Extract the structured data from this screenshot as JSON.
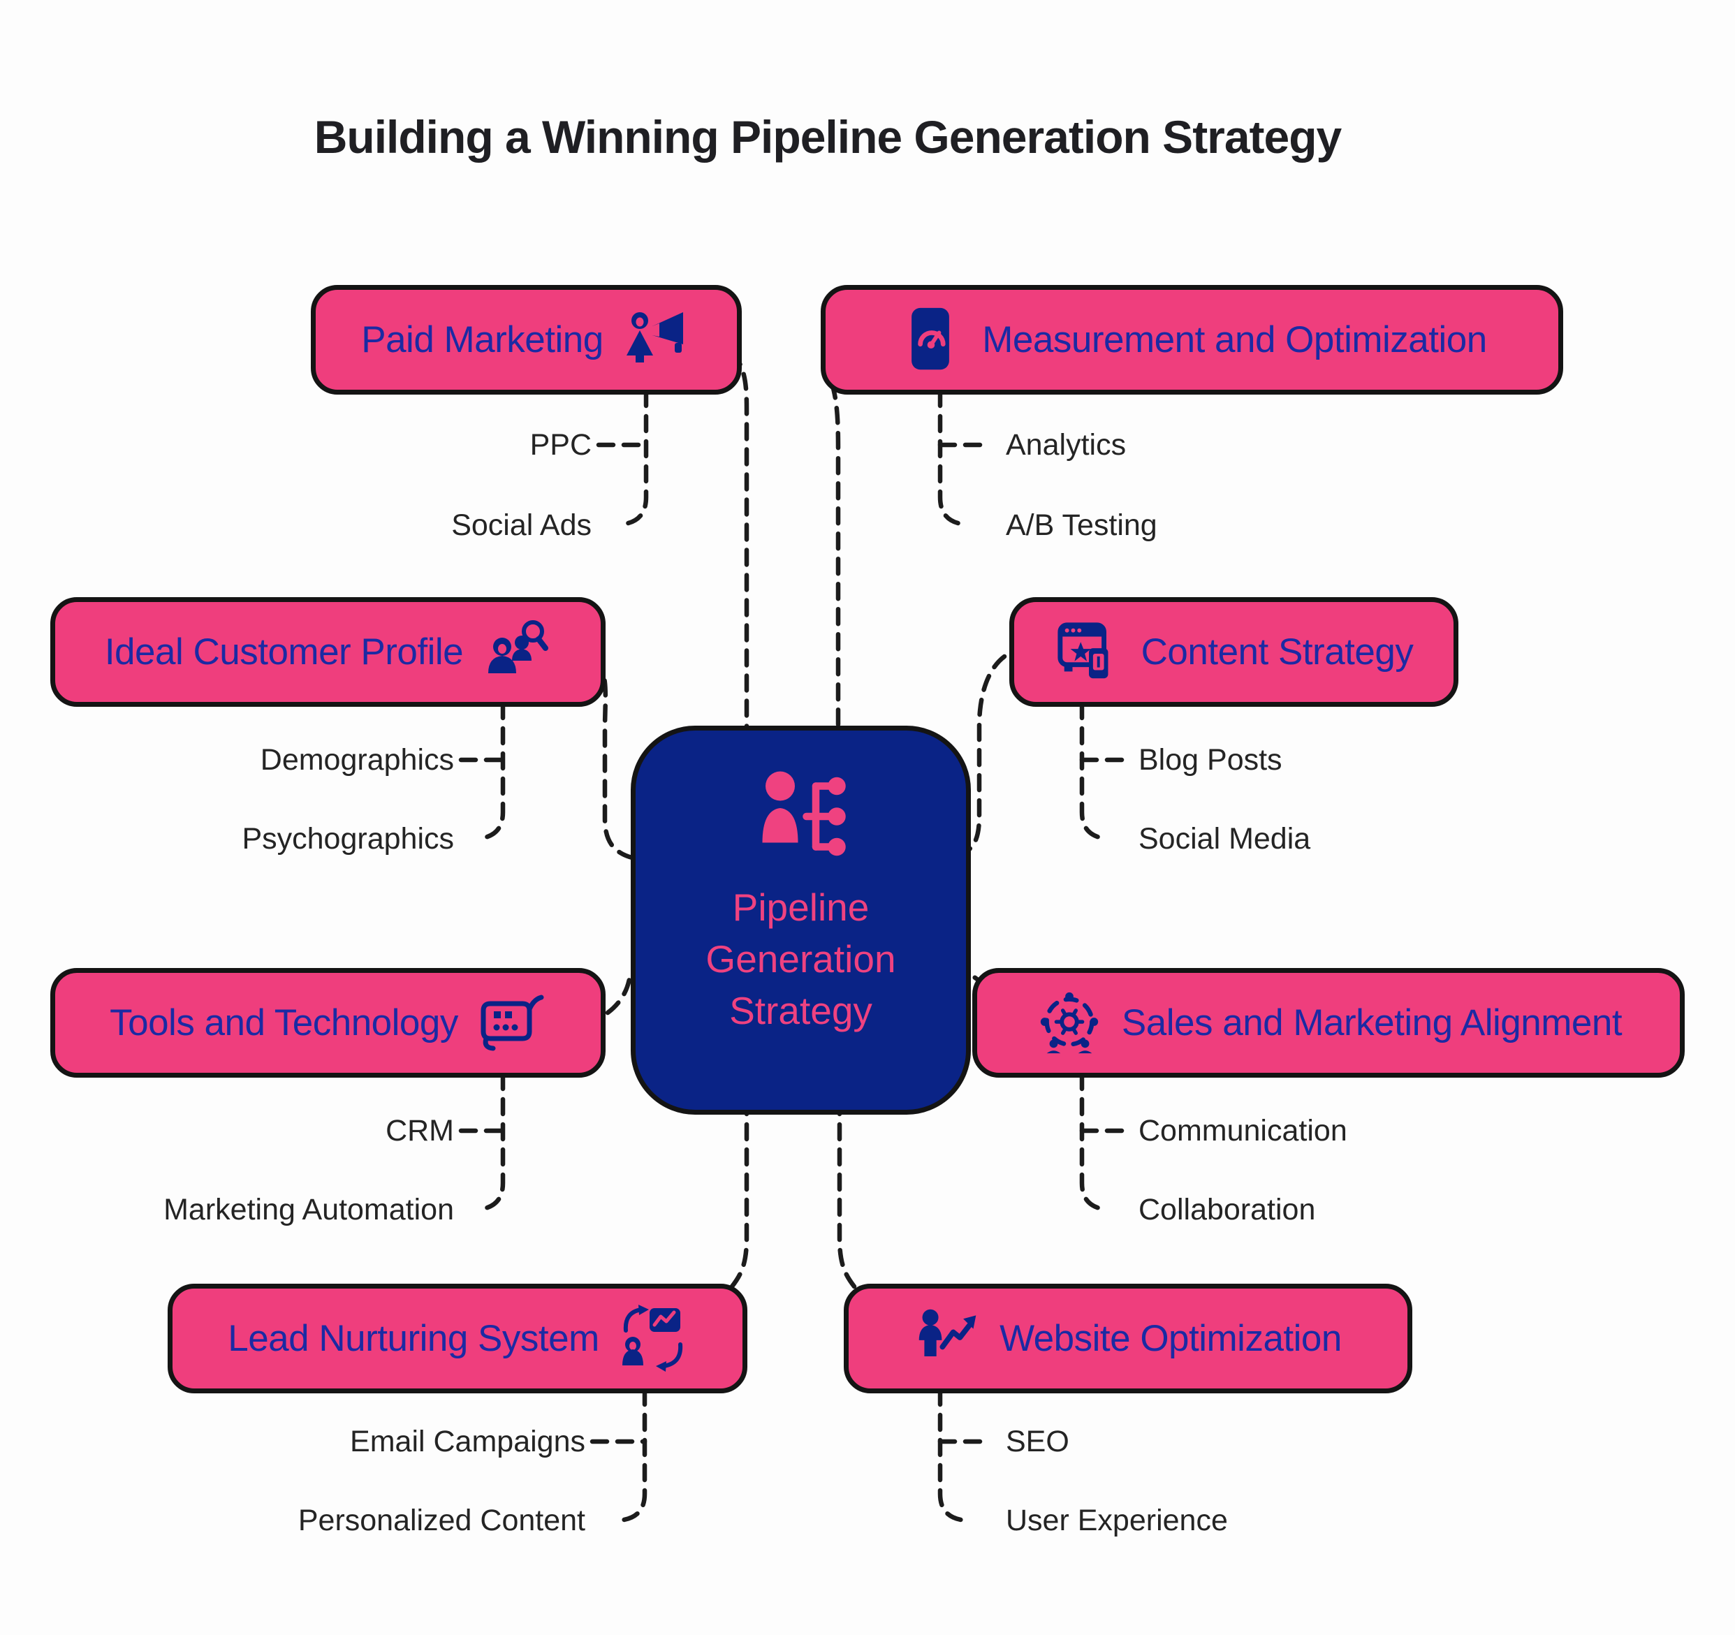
{
  "title": "Building a Winning Pipeline Generation Strategy",
  "colors": {
    "box_pink": "#EF3E7D",
    "center_blue": "#0A2386",
    "label_blue": "#1B2AA3",
    "center_text_pink": "#EF4280",
    "connector": "#1C1C1C",
    "sub_label": "#242424",
    "background": "#FDFDFD"
  },
  "center": {
    "label": "Pipeline Generation Strategy",
    "lines": [
      "Pipeline",
      "Generation",
      "Strategy"
    ],
    "icon": "person-network-icon"
  },
  "nodes": [
    {
      "id": "paid-marketing",
      "label": "Paid Marketing",
      "icon": "person-megaphone-icon",
      "side": "left",
      "children": [
        "PPC",
        "Social Ads"
      ]
    },
    {
      "id": "measurement-and-optimization",
      "label": "Measurement and Optimization",
      "icon": "gauge-dashboard-icon",
      "side": "right",
      "children": [
        "Analytics",
        "A/B Testing"
      ]
    },
    {
      "id": "ideal-customer-profile",
      "label": "Ideal Customer Profile",
      "icon": "people-magnifier-icon",
      "side": "left",
      "children": [
        "Demographics",
        "Psychographics"
      ]
    },
    {
      "id": "content-strategy",
      "label": "Content Strategy",
      "icon": "browser-star-phone-icon",
      "side": "right",
      "children": [
        "Blog Posts",
        "Social Media"
      ]
    },
    {
      "id": "tools-and-technology",
      "label": "Tools and Technology",
      "icon": "tech-card-icon",
      "side": "left",
      "children": [
        "CRM",
        "Marketing Automation"
      ]
    },
    {
      "id": "sales-and-marketing-alignment",
      "label": "Sales and Marketing Alignment",
      "icon": "team-gear-icon",
      "side": "right",
      "children": [
        "Communication",
        "Collaboration"
      ]
    },
    {
      "id": "lead-nurturing-system",
      "label": "Lead Nurturing System",
      "icon": "person-screen-cycle-icon",
      "side": "left",
      "children": [
        "Email Campaigns",
        "Personalized Content"
      ]
    },
    {
      "id": "website-optimization",
      "label": "Website Optimization",
      "icon": "person-growth-arrow-icon",
      "side": "right",
      "children": [
        "SEO",
        "User Experience"
      ]
    }
  ]
}
